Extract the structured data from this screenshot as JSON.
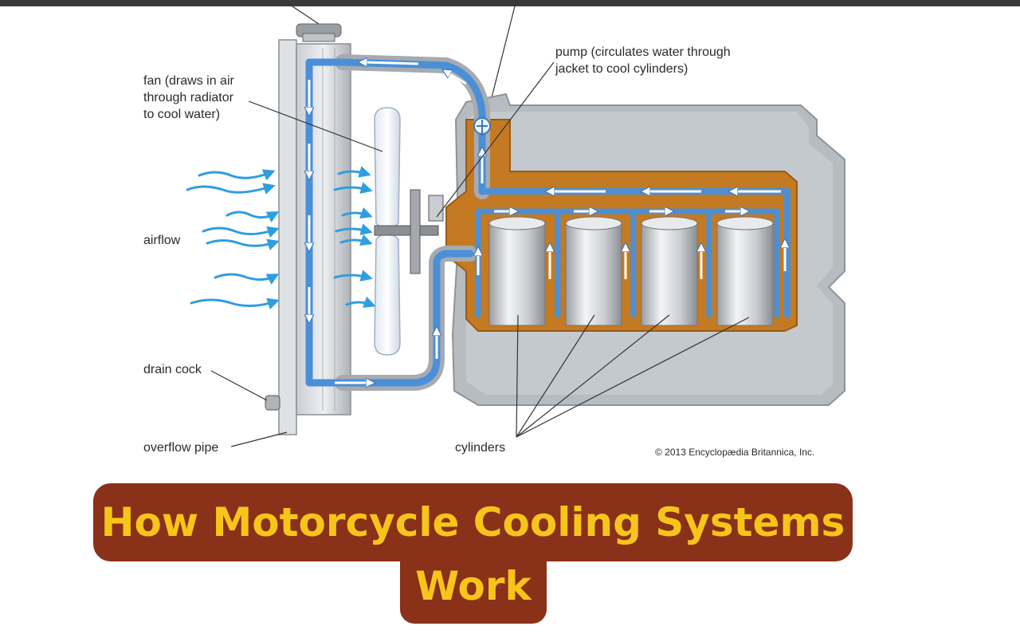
{
  "labels": {
    "pump": [
      "pump (circulates water through",
      "jacket to cool cylinders)"
    ],
    "fan": [
      "fan (draws in air",
      "through radiator",
      "to cool water)"
    ],
    "airflow": "airflow",
    "drain_cock": "drain cock",
    "overflow_pipe": "overflow pipe",
    "cylinders": "cylinders",
    "copyright": "© 2013 Encyclopædia Britannica, Inc."
  },
  "title": {
    "line1": "How Motorcycle Cooling Systems",
    "line2": "Work"
  },
  "colors": {
    "title_bg": "#8a3119",
    "title_text": "#f7c51a",
    "coolant": "#4a8fd8",
    "jacket": "#c47a22",
    "engine_block": "#b7bcc1",
    "airflow": "#2f9ee0"
  }
}
